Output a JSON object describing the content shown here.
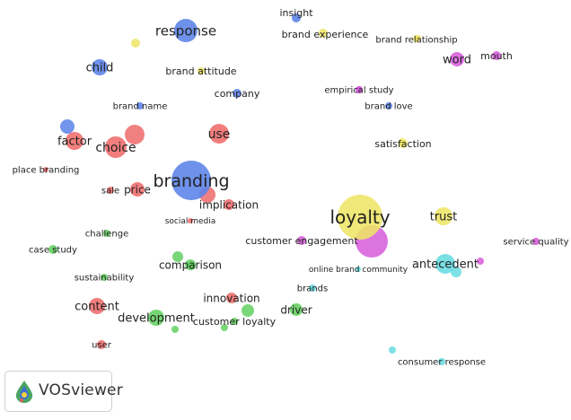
{
  "app": {
    "name": "VOSviewer"
  },
  "colors": {
    "cluster_red": "#ef6b6b",
    "cluster_blue": "#5a82e8",
    "cluster_yellow": "#eee565",
    "cluster_magenta": "#d65cdb",
    "cluster_green": "#62d060",
    "cluster_cyan": "#67dce0"
  },
  "map": {
    "items": [
      {
        "label": "insight",
        "cluster": "blue"
      },
      {
        "label": "brand experience",
        "cluster": "yellow"
      },
      {
        "label": "brand relationship",
        "cluster": "yellow"
      },
      {
        "label": "response",
        "cluster": "blue"
      },
      {
        "label": "word",
        "cluster": "magenta"
      },
      {
        "label": "mouth",
        "cluster": "magenta"
      },
      {
        "label": "child",
        "cluster": "blue"
      },
      {
        "label": "brand attitude",
        "cluster": "yellow"
      },
      {
        "label": "company",
        "cluster": "blue"
      },
      {
        "label": "empirical study",
        "cluster": "magenta"
      },
      {
        "label": "brand name",
        "cluster": "blue"
      },
      {
        "label": "brand love",
        "cluster": "blue"
      },
      {
        "label": "use",
        "cluster": "red"
      },
      {
        "label": "factor",
        "cluster": "red"
      },
      {
        "label": "choice",
        "cluster": "red"
      },
      {
        "label": "satisfaction",
        "cluster": "yellow"
      },
      {
        "label": "place branding",
        "cluster": "red"
      },
      {
        "label": "branding",
        "cluster": "blue"
      },
      {
        "label": "sale",
        "cluster": "red"
      },
      {
        "label": "price",
        "cluster": "red"
      },
      {
        "label": "implication",
        "cluster": "red"
      },
      {
        "label": "loyalty",
        "cluster": "yellow"
      },
      {
        "label": "trust",
        "cluster": "yellow"
      },
      {
        "label": "social media",
        "cluster": "red"
      },
      {
        "label": "challenge",
        "cluster": "green"
      },
      {
        "label": "customer engagement",
        "cluster": "magenta"
      },
      {
        "label": "service quality",
        "cluster": "magenta"
      },
      {
        "label": "case study",
        "cluster": "green"
      },
      {
        "label": "comparison",
        "cluster": "green"
      },
      {
        "label": "antecedent",
        "cluster": "cyan"
      },
      {
        "label": "online brand community",
        "cluster": "cyan"
      },
      {
        "label": "sustainability",
        "cluster": "green"
      },
      {
        "label": "brands",
        "cluster": "cyan"
      },
      {
        "label": "innovation",
        "cluster": "red"
      },
      {
        "label": "content",
        "cluster": "red"
      },
      {
        "label": "driver",
        "cluster": "green"
      },
      {
        "label": "development",
        "cluster": "green"
      },
      {
        "label": "customer loyalty",
        "cluster": "green"
      },
      {
        "label": "user",
        "cluster": "red"
      },
      {
        "label": "consumer response",
        "cluster": "cyan"
      }
    ]
  }
}
